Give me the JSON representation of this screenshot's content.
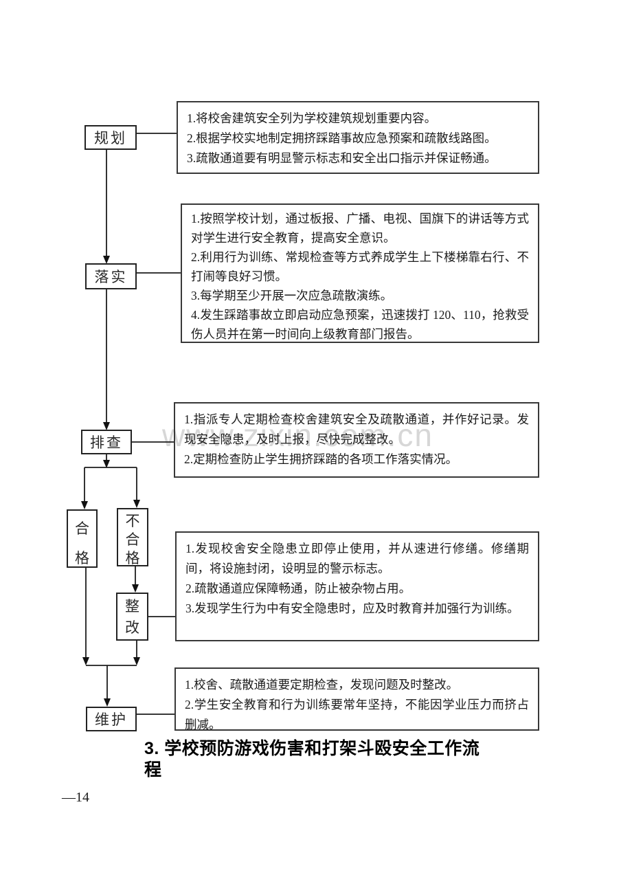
{
  "document": {
    "watermark": "www.zixin.com.cn",
    "section_title": "3. 学校预防游戏伤害和打架斗殴安全工作流程",
    "page_number": "—14"
  },
  "flowchart": {
    "nodes": {
      "plan": "规划",
      "implement": "落实",
      "inspect": "排查",
      "qualified": "合格",
      "unqualified": "不合格",
      "rectify": "整改",
      "maintain": "维护"
    },
    "textboxes": [
      {
        "items": [
          "1.将校舍建筑安全列为学校建筑规划重要内容。",
          "2.根据学校实地制定拥挤踩踏事故应急预案和疏散线路图。",
          "3.疏散通道要有明显警示标志和安全出口指示并保证畅通。"
        ]
      },
      {
        "items": [
          "1.按照学校计划，通过板报、广播、电视、国旗下的讲话等方式对学生进行安全教育，提高安全意识。",
          "2.利用行为训练、常规检查等方式养成学生上下楼梯靠右行、不打闹等良好习惯。",
          "3.每学期至少开展一次应急疏散演练。",
          "4.发生踩踏事故立即启动应急预案，迅速拨打 120、110，抢救受伤人员并在第一时间向上级教育部门报告。"
        ]
      },
      {
        "items": [
          "1.指派专人定期检查校舍建筑安全及疏散通道，并作好记录。发现安全隐患，及时上报，尽快完成整改。",
          "2.定期检查防止学生拥挤踩踏的各项工作落实情况。"
        ]
      },
      {
        "items": [
          "1.发现校舍安全隐患立即停止使用，并从速进行修缮。修缮期间，将设施封闭，设明显的警示标志。",
          "2.疏散通道应保障畅通，防止被杂物占用。",
          "3.发现学生行为中有安全隐患时，应及时教育并加强行为训练。"
        ]
      },
      {
        "items": [
          "1.校舍、疏散通道要定期检查，发现问题及时整改。",
          "2.学生安全教育和行为训练要常年坚持，不能因学业压力而挤占删减。"
        ]
      }
    ]
  }
}
